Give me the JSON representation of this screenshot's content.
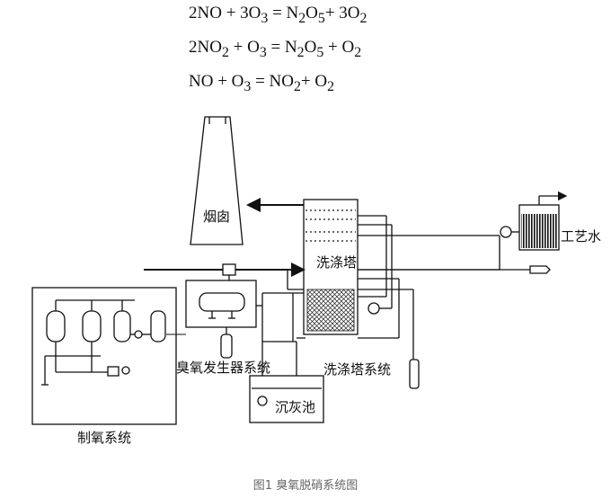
{
  "equations": [
    {
      "parts": [
        "2NO + 3O",
        "3",
        " = N",
        "2",
        "O",
        "5",
        "+ 3O",
        "2"
      ]
    },
    {
      "parts": [
        "2NO",
        "2",
        " + O",
        "3",
        " = N",
        "2",
        "O",
        "5",
        " + O",
        "2"
      ]
    },
    {
      "parts": [
        "NO + O",
        "3",
        " = NO",
        "2",
        "+ O",
        "2"
      ]
    }
  ],
  "labels": {
    "chimney": "烟囱",
    "scrubber": "洗涤塔",
    "process_water": "工艺水",
    "ozone_system": "臭氧发生器系统",
    "scrubber_system": "洗涤塔系统",
    "settling_pond": "沉灰池",
    "oxygen_system": "制氧系统"
  },
  "caption": "图1 臭氧脱硝系统图"
}
